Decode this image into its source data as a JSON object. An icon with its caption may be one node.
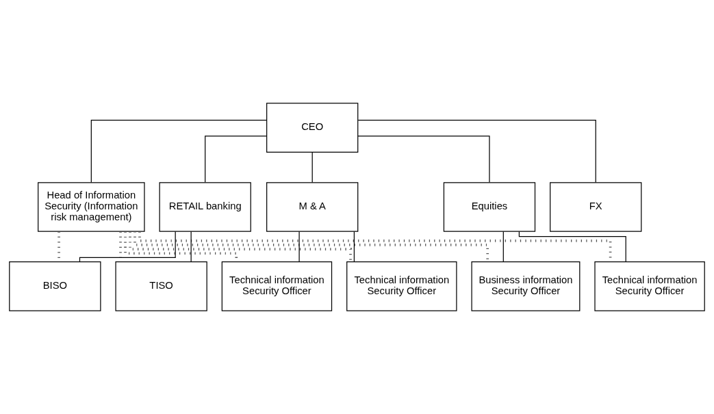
{
  "diagram": {
    "nodes": [
      {
        "text": [
          "CEO"
        ]
      },
      {
        "text": [
          "Head of Information Security (Information risk management)"
        ]
      },
      {
        "text": [
          "RETAIL banking"
        ]
      },
      {
        "text": [
          "M & A"
        ]
      },
      {
        "text": [
          "Equities"
        ]
      },
      {
        "text": [
          "FX"
        ]
      },
      {
        "text": [
          "BISO"
        ]
      },
      {
        "text": [
          "TISO"
        ]
      },
      {
        "text": [
          "Technical information Security Officer"
        ]
      },
      {
        "text": [
          "Technical information Security Officer"
        ]
      },
      {
        "text": [
          "Business information Security Officer"
        ]
      },
      {
        "text": [
          "Technical information Security Officer"
        ]
      }
    ],
    "edges": [
      {
        "from": 0,
        "to": 1,
        "arrow": "none"
      },
      {
        "from": 0,
        "to": 2,
        "arrow": "none"
      },
      {
        "from": 0,
        "to": 3,
        "arrow": "none"
      },
      {
        "from": 0,
        "to": 4,
        "arrow": "none"
      },
      {
        "from": 0,
        "to": 5,
        "arrow": "none"
      },
      {
        "from": 2,
        "to": 6,
        "arrow": "none"
      },
      {
        "from": 2,
        "to": 7,
        "arrow": "none"
      },
      {
        "from": 3,
        "to": 8,
        "arrow": "none"
      },
      {
        "from": 3,
        "to": 9,
        "arrow": "none"
      },
      {
        "from": 4,
        "to": 10,
        "arrow": "none"
      },
      {
        "from": 4,
        "to": 11,
        "arrow": "none"
      },
      {
        "from": 1,
        "to": 6,
        "arrow": "none",
        "style": "dashed"
      },
      {
        "from": 1,
        "to": 7,
        "arrow": "none",
        "style": "dashed"
      },
      {
        "from": 1,
        "to": 8,
        "arrow": "none",
        "style": "dashed"
      },
      {
        "from": 1,
        "to": 9,
        "arrow": "none",
        "style": "dashed"
      },
      {
        "from": 1,
        "to": 10,
        "arrow": "none",
        "style": "dashed"
      },
      {
        "from": 1,
        "to": 11,
        "arrow": "none",
        "style": "dashed"
      }
    ]
  }
}
